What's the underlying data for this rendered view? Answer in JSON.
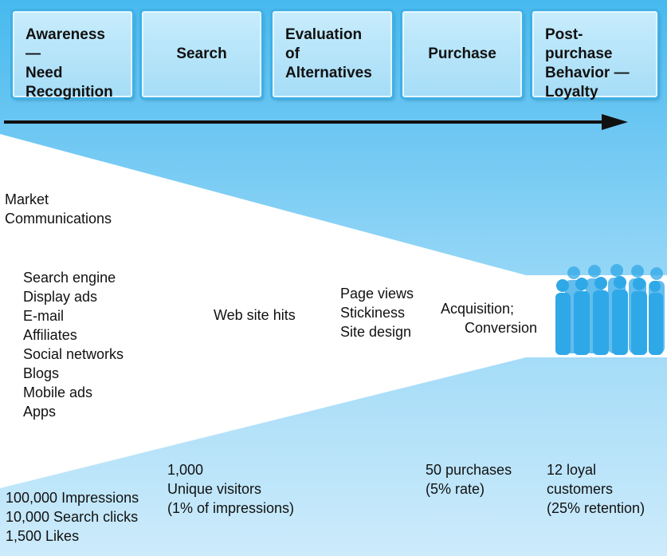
{
  "stages": [
    {
      "label": "Awareness —\nNeed\nRecognition"
    },
    {
      "label": "Search"
    },
    {
      "label": "Evaluation\nof\nAlternatives"
    },
    {
      "label": "Purchase"
    },
    {
      "label": "Post-purchase\nBehavior —\nLoyalty"
    }
  ],
  "funnel": {
    "market_label": "Market\nCommunications",
    "channels": "Search engine\nDisplay ads\nE-mail\nAffiliates\nSocial networks\nBlogs\nMobile ads\nApps",
    "website_hits": "Web site hits",
    "page_metrics": "Page views\nStickiness\nSite design",
    "acquisition": "Acquisition;",
    "conversion": "Conversion"
  },
  "metrics": {
    "impressions": "100,000 Impressions\n10,000 Search clicks\n1,500 Likes",
    "visitors": "1,000\nUnique visitors\n(1% of impressions)",
    "purchases": "50 purchases\n(5% rate)",
    "loyal": "12 loyal\ncustomers\n(25% retention)"
  },
  "icons": {
    "customers": "people-group-icon",
    "flow": "right-arrow-icon"
  },
  "colors": {
    "background": "#47b9ee",
    "stage_box": "#b3e3f9",
    "funnel": "#ffffff",
    "arrow": "#111111",
    "people": "#2fa8e8"
  }
}
